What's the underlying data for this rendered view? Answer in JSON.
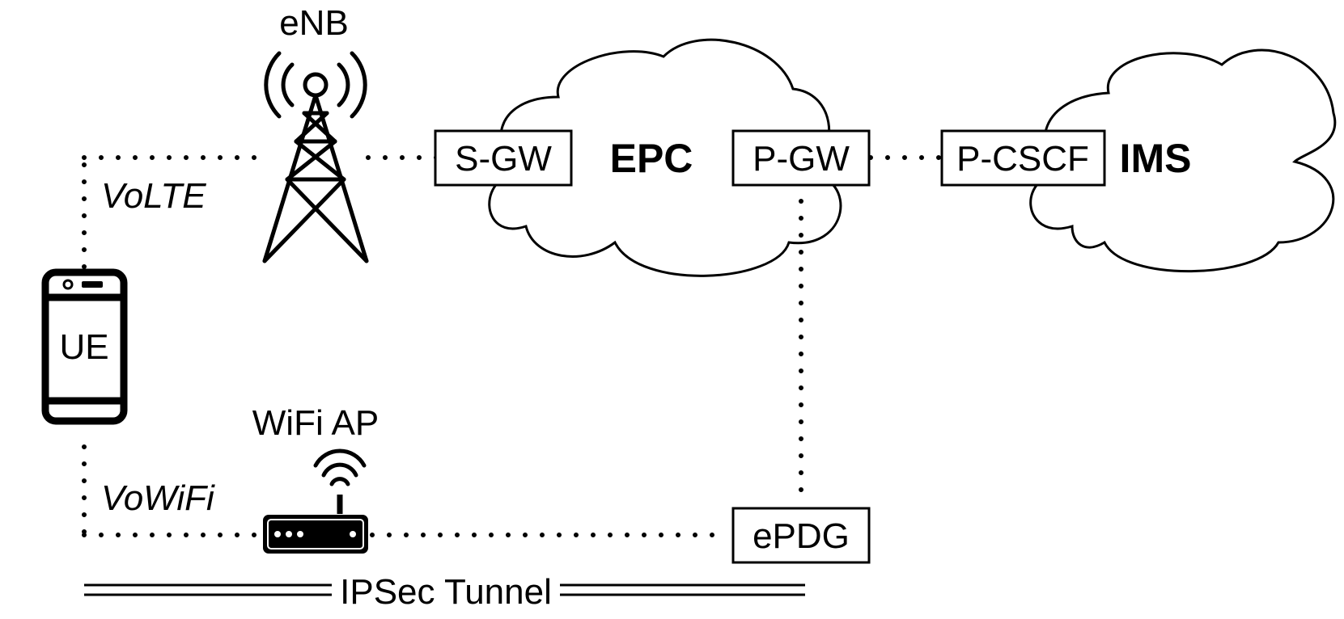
{
  "labels": {
    "enb": "eNB",
    "volte": "VoLTE",
    "vowifi": "VoWiFi",
    "ue": "UE",
    "wifi_ap": "WiFi AP",
    "sgw": "S-GW",
    "epc": "EPC",
    "pgw": "P-GW",
    "pcscf": "P-CSCF",
    "ims": "IMS",
    "epdg": "ePDG",
    "ipsec_tunnel": "IPSec Tunnel"
  },
  "icons": {
    "tower": "cell-tower-icon",
    "phone": "smartphone-icon",
    "router": "wifi-router-icon",
    "cloud": "cloud-icon"
  },
  "colors": {
    "stroke": "#000000",
    "background": "#ffffff"
  }
}
